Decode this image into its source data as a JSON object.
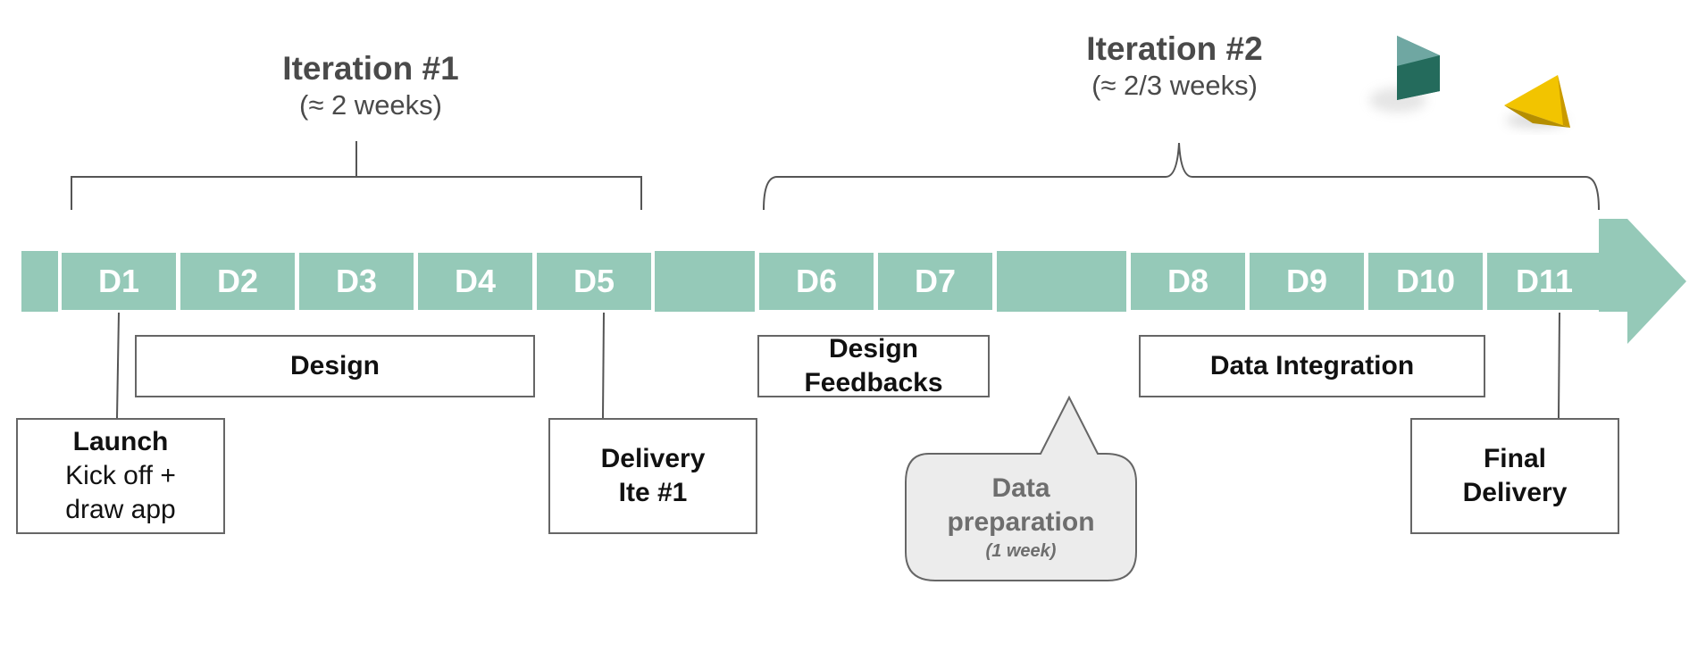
{
  "iterations": [
    {
      "title": "Iteration #1",
      "duration": "(≈ 2 weeks)"
    },
    {
      "title": "Iteration #2",
      "duration": "(≈ 2/3 weeks)"
    }
  ],
  "days": [
    "D1",
    "D2",
    "D3",
    "D4",
    "D5",
    "D6",
    "D7",
    "D8",
    "D9",
    "D10",
    "D11"
  ],
  "phases": {
    "design": "Design",
    "design_feedbacks_line1": "Design",
    "design_feedbacks_line2": "Feedbacks",
    "data_integration": "Data Integration"
  },
  "milestones": {
    "launch": {
      "title": "Launch",
      "line1": "Kick off +",
      "line2": "draw app"
    },
    "delivery1": {
      "line1": "Delivery",
      "line2": "Ite #1"
    },
    "final": {
      "line1": "Final",
      "line2": "Delivery"
    }
  },
  "data_prep": {
    "line1": "Data",
    "line2": "preparation",
    "note": "(1 week)"
  },
  "colors": {
    "timeline": "#95c9b8",
    "text_dark": "#4a4a4a",
    "border": "#666666",
    "callout_bg": "#ececec"
  },
  "decorations": [
    "teal-cube-icon",
    "yellow-pyramid-icon"
  ]
}
